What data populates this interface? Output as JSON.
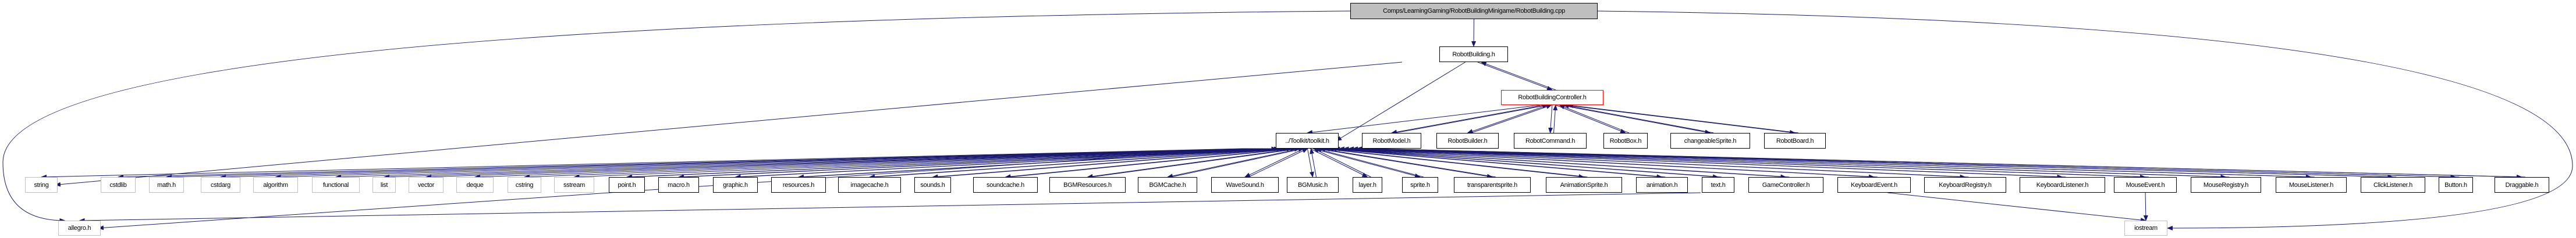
{
  "colors": {
    "edge": "#191970",
    "root_fill": "#bfbfbf",
    "system_border": "#bfbfbf",
    "highlight_border": "#ff0000",
    "node_border": "#000000"
  },
  "nodes": [
    {
      "id": "cpp",
      "label": "Comps/LearningGaming/RobotBuildingMinigame/RobotBuilding.cpp",
      "kind": "root"
    },
    {
      "id": "rbh",
      "label": "RobotBuilding.h",
      "kind": "local"
    },
    {
      "id": "rbc",
      "label": "RobotBuildingController.h",
      "kind": "highlight"
    },
    {
      "id": "toolkit",
      "label": "../Toolkit/toolkit.h",
      "kind": "local"
    },
    {
      "id": "rmodel",
      "label": "RobotModel.h",
      "kind": "local"
    },
    {
      "id": "rbuilder",
      "label": "RobotBuilder.h",
      "kind": "local"
    },
    {
      "id": "rcmd",
      "label": "RobotCommand.h",
      "kind": "local"
    },
    {
      "id": "rbox",
      "label": "RobotBox.h",
      "kind": "local"
    },
    {
      "id": "csprite",
      "label": "changeableSprite.h",
      "kind": "local"
    },
    {
      "id": "rboard",
      "label": "RobotBoard.h",
      "kind": "local"
    },
    {
      "id": "string",
      "label": "string",
      "kind": "system"
    },
    {
      "id": "cstdlib",
      "label": "cstdlib",
      "kind": "system"
    },
    {
      "id": "math",
      "label": "math.h",
      "kind": "system"
    },
    {
      "id": "cstdarg",
      "label": "cstdarg",
      "kind": "system"
    },
    {
      "id": "algorithm",
      "label": "algorithm",
      "kind": "system"
    },
    {
      "id": "functional",
      "label": "functional",
      "kind": "system"
    },
    {
      "id": "list",
      "label": "list",
      "kind": "system"
    },
    {
      "id": "vector",
      "label": "vector",
      "kind": "system"
    },
    {
      "id": "deque",
      "label": "deque",
      "kind": "system"
    },
    {
      "id": "cstring",
      "label": "cstring",
      "kind": "system"
    },
    {
      "id": "sstream",
      "label": "sstream",
      "kind": "system"
    },
    {
      "id": "point",
      "label": "point.h",
      "kind": "local"
    },
    {
      "id": "macro",
      "label": "macro.h",
      "kind": "local"
    },
    {
      "id": "graphic",
      "label": "graphic.h",
      "kind": "local"
    },
    {
      "id": "resources",
      "label": "resources.h",
      "kind": "local"
    },
    {
      "id": "imagecache",
      "label": "imagecache.h",
      "kind": "local"
    },
    {
      "id": "sounds",
      "label": "sounds.h",
      "kind": "local"
    },
    {
      "id": "soundcache",
      "label": "soundcache.h",
      "kind": "local"
    },
    {
      "id": "bgmres",
      "label": "BGMResources.h",
      "kind": "local"
    },
    {
      "id": "bgmcache",
      "label": "BGMCache.h",
      "kind": "local"
    },
    {
      "id": "wavesound",
      "label": "WaveSound.h",
      "kind": "local"
    },
    {
      "id": "bgmusic",
      "label": "BGMusic.h",
      "kind": "local"
    },
    {
      "id": "layer",
      "label": "layer.h",
      "kind": "local"
    },
    {
      "id": "sprite",
      "label": "sprite.h",
      "kind": "local"
    },
    {
      "id": "tsprite",
      "label": "transparentsprite.h",
      "kind": "local"
    },
    {
      "id": "asprite",
      "label": "AnimationSprite.h",
      "kind": "local"
    },
    {
      "id": "animation",
      "label": "animation.h",
      "kind": "local"
    },
    {
      "id": "text",
      "label": "text.h",
      "kind": "local"
    },
    {
      "id": "gamectl",
      "label": "GameController.h",
      "kind": "local"
    },
    {
      "id": "kevent",
      "label": "KeyboardEvent.h",
      "kind": "local"
    },
    {
      "id": "kreg",
      "label": "KeyboardRegistry.h",
      "kind": "local"
    },
    {
      "id": "klist",
      "label": "KeyboardListener.h",
      "kind": "local"
    },
    {
      "id": "mevent",
      "label": "MouseEvent.h",
      "kind": "local"
    },
    {
      "id": "mreg",
      "label": "MouseRegistry.h",
      "kind": "local"
    },
    {
      "id": "mlist",
      "label": "MouseListener.h",
      "kind": "local"
    },
    {
      "id": "click",
      "label": "ClickListener.h",
      "kind": "local"
    },
    {
      "id": "button",
      "label": "Button.h",
      "kind": "local"
    },
    {
      "id": "drag",
      "label": "Draggable.h",
      "kind": "local"
    },
    {
      "id": "allegro",
      "label": "allegro.h",
      "kind": "system"
    },
    {
      "id": "iostream",
      "label": "iostream",
      "kind": "system"
    }
  ],
  "edges": [
    [
      "cpp",
      "rbh"
    ],
    [
      "cpp",
      "allegro"
    ],
    [
      "cpp",
      "iostream"
    ],
    [
      "rbh",
      "rbc"
    ],
    [
      "rbc",
      "rbh"
    ],
    [
      "rbh",
      "toolkit"
    ],
    [
      "rbh",
      "string"
    ],
    [
      "rbc",
      "toolkit"
    ],
    [
      "rbc",
      "rmodel"
    ],
    [
      "rbc",
      "rbuilder"
    ],
    [
      "rbc",
      "rcmd"
    ],
    [
      "rbc",
      "rbox"
    ],
    [
      "rbc",
      "csprite"
    ],
    [
      "rbc",
      "rboard"
    ],
    [
      "rmodel",
      "rbc"
    ],
    [
      "rbuilder",
      "rbc"
    ],
    [
      "rcmd",
      "rbc"
    ],
    [
      "rbox",
      "rbc"
    ],
    [
      "csprite",
      "rbc"
    ],
    [
      "rboard",
      "rbc"
    ],
    [
      "toolkit",
      "string"
    ],
    [
      "toolkit",
      "cstdlib"
    ],
    [
      "toolkit",
      "math"
    ],
    [
      "toolkit",
      "cstdarg"
    ],
    [
      "toolkit",
      "algorithm"
    ],
    [
      "toolkit",
      "functional"
    ],
    [
      "toolkit",
      "list"
    ],
    [
      "toolkit",
      "vector"
    ],
    [
      "toolkit",
      "deque"
    ],
    [
      "toolkit",
      "cstring"
    ],
    [
      "toolkit",
      "sstream"
    ],
    [
      "toolkit",
      "point"
    ],
    [
      "toolkit",
      "macro"
    ],
    [
      "toolkit",
      "graphic"
    ],
    [
      "toolkit",
      "resources"
    ],
    [
      "toolkit",
      "imagecache"
    ],
    [
      "toolkit",
      "sounds"
    ],
    [
      "toolkit",
      "soundcache"
    ],
    [
      "toolkit",
      "bgmres"
    ],
    [
      "toolkit",
      "bgmcache"
    ],
    [
      "toolkit",
      "wavesound"
    ],
    [
      "toolkit",
      "bgmusic"
    ],
    [
      "toolkit",
      "layer"
    ],
    [
      "toolkit",
      "sprite"
    ],
    [
      "toolkit",
      "tsprite"
    ],
    [
      "toolkit",
      "asprite"
    ],
    [
      "toolkit",
      "animation"
    ],
    [
      "toolkit",
      "text"
    ],
    [
      "toolkit",
      "gamectl"
    ],
    [
      "toolkit",
      "kevent"
    ],
    [
      "toolkit",
      "kreg"
    ],
    [
      "toolkit",
      "klist"
    ],
    [
      "toolkit",
      "mevent"
    ],
    [
      "toolkit",
      "mreg"
    ],
    [
      "toolkit",
      "mlist"
    ],
    [
      "toolkit",
      "click"
    ],
    [
      "toolkit",
      "button"
    ],
    [
      "toolkit",
      "drag"
    ],
    [
      "toolkit",
      "allegro"
    ],
    [
      "point",
      "toolkit"
    ],
    [
      "macro",
      "toolkit"
    ],
    [
      "graphic",
      "toolkit"
    ],
    [
      "resources",
      "toolkit"
    ],
    [
      "imagecache",
      "toolkit"
    ],
    [
      "sounds",
      "toolkit"
    ],
    [
      "soundcache",
      "toolkit"
    ],
    [
      "bgmres",
      "toolkit"
    ],
    [
      "bgmcache",
      "toolkit"
    ],
    [
      "wavesound",
      "toolkit"
    ],
    [
      "bgmusic",
      "toolkit"
    ],
    [
      "layer",
      "toolkit"
    ],
    [
      "sprite",
      "toolkit"
    ],
    [
      "tsprite",
      "toolkit"
    ],
    [
      "asprite",
      "toolkit"
    ],
    [
      "animation",
      "toolkit"
    ],
    [
      "text",
      "toolkit"
    ],
    [
      "gamectl",
      "toolkit"
    ],
    [
      "kevent",
      "toolkit"
    ],
    [
      "kreg",
      "toolkit"
    ],
    [
      "klist",
      "toolkit"
    ],
    [
      "mevent",
      "toolkit"
    ],
    [
      "mreg",
      "toolkit"
    ],
    [
      "mlist",
      "toolkit"
    ],
    [
      "click",
      "toolkit"
    ],
    [
      "button",
      "toolkit"
    ],
    [
      "drag",
      "toolkit"
    ],
    [
      "gamectl",
      "allegro"
    ],
    [
      "kevent",
      "iostream"
    ],
    [
      "mevent",
      "iostream"
    ]
  ]
}
